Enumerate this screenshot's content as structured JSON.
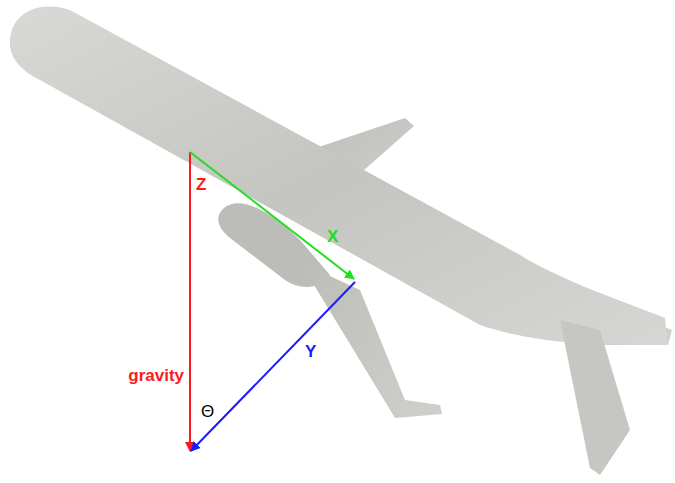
{
  "diagram": {
    "labels": [
      "Z",
      "X",
      "gravity",
      "Y",
      "Θ"
    ]
  }
}
